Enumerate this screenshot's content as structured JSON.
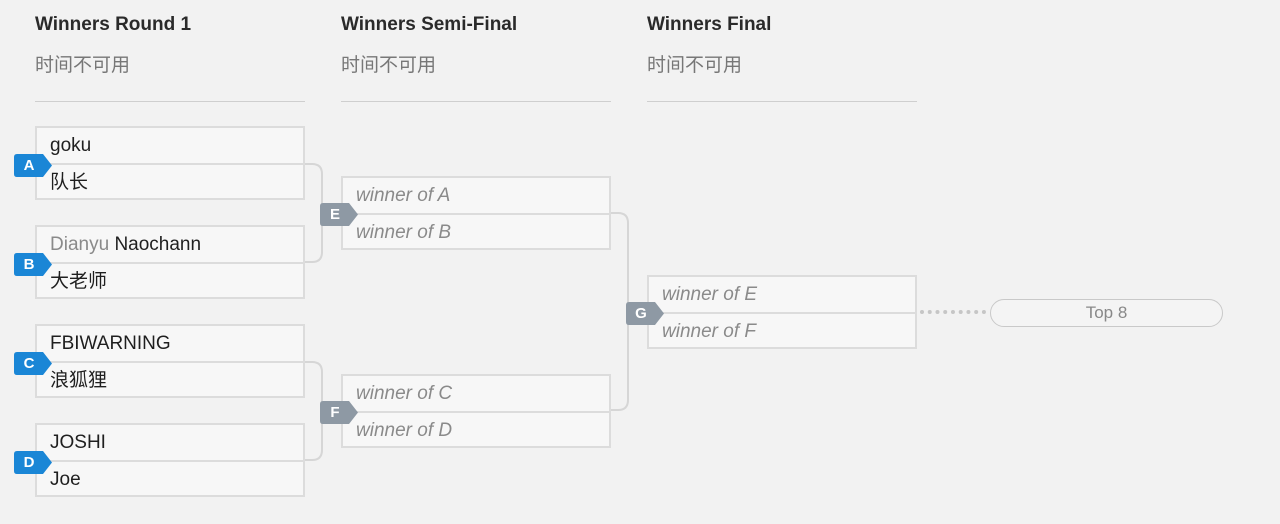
{
  "rounds": [
    {
      "title": "Winners Round 1",
      "subtitle": "时间不可用"
    },
    {
      "title": "Winners Semi-Final",
      "subtitle": "时间不可用"
    },
    {
      "title": "Winners Final",
      "subtitle": "时间不可用"
    }
  ],
  "matches": {
    "A": {
      "label": "A",
      "p1": "goku",
      "p2": "队长"
    },
    "B": {
      "label": "B",
      "p1_tag": "Dianyu",
      "p1_name": "Naochann",
      "p2": "大老师"
    },
    "C": {
      "label": "C",
      "p1": "FBIWARNING",
      "p2": "浪狐狸"
    },
    "D": {
      "label": "D",
      "p1": "JOSHI",
      "p2": "Joe"
    },
    "E": {
      "label": "E",
      "p1": "winner of A",
      "p2": "winner of B"
    },
    "F": {
      "label": "F",
      "p1": "winner of C",
      "p2": "winner of D"
    },
    "G": {
      "label": "G",
      "p1": "winner of E",
      "p2": "winner of F"
    }
  },
  "next_stage": {
    "label": "Top 8"
  },
  "colors": {
    "active_badge": "#1a86d6",
    "pending_badge": "#8e99a4",
    "border": "#dcdcdc",
    "background": "#f2f2f2"
  }
}
